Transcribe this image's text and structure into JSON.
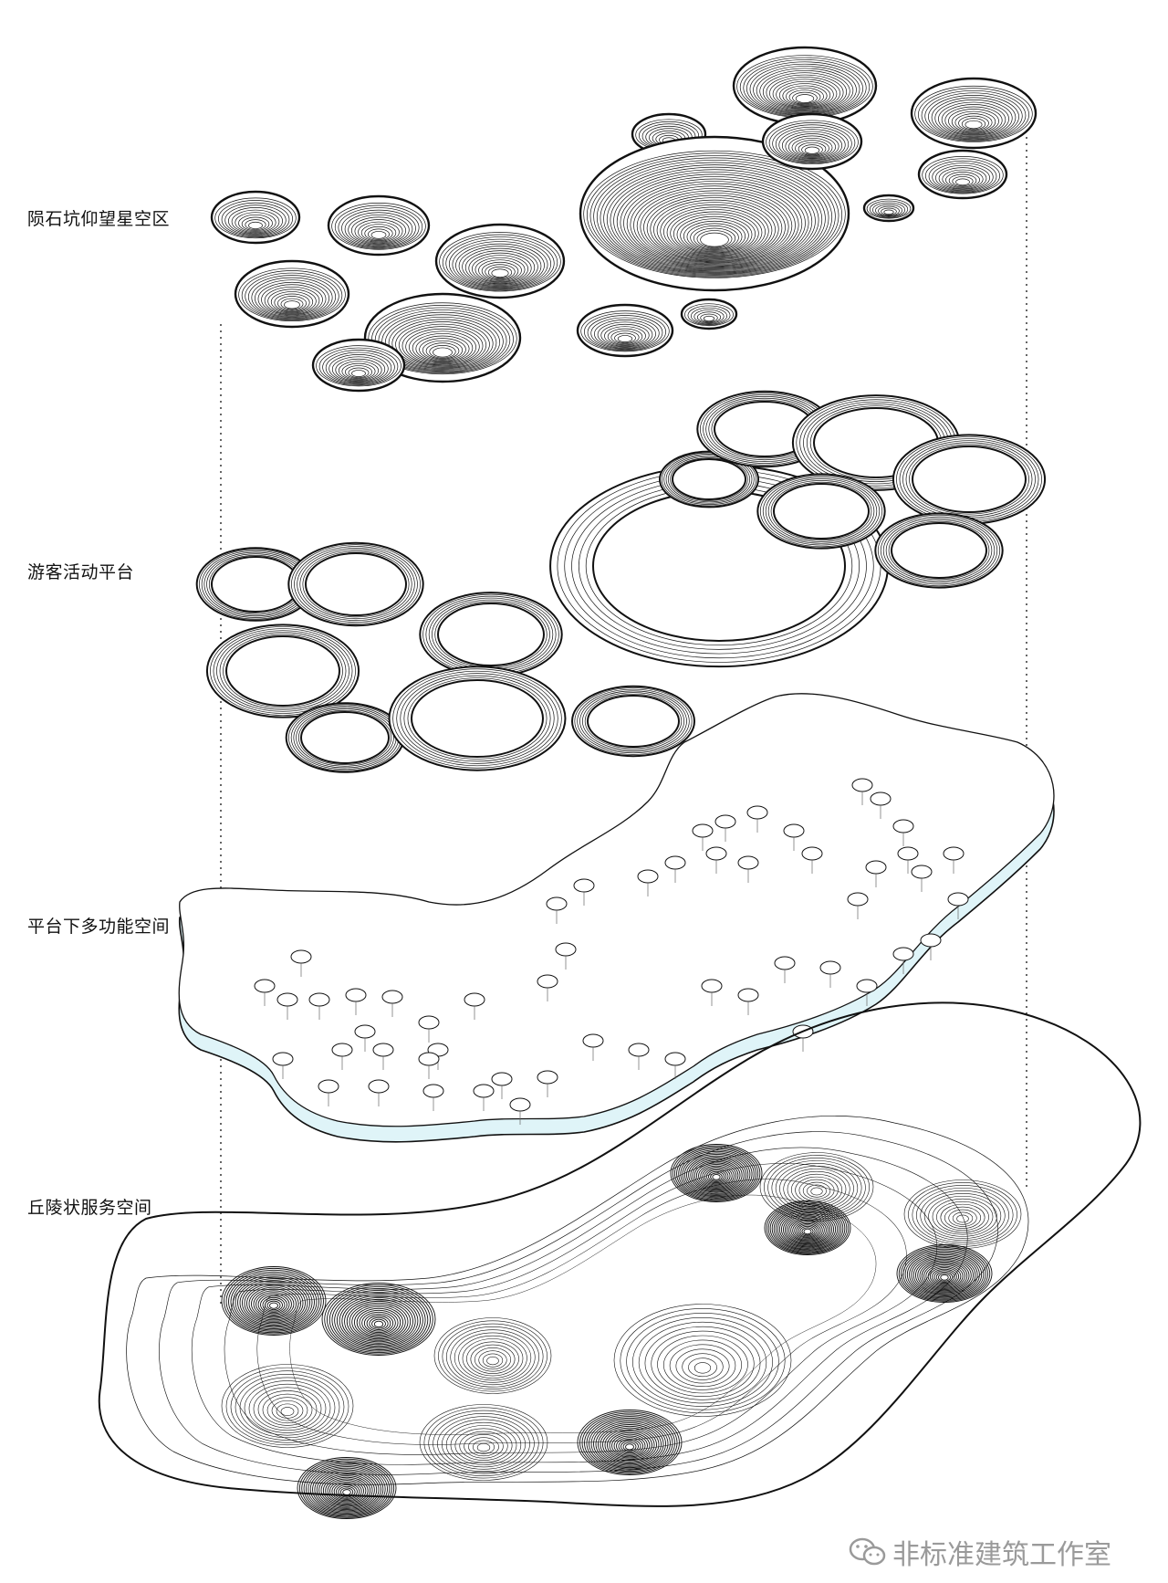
{
  "layers": [
    {
      "id": "crater",
      "label": "陨石坑仰望星空区"
    },
    {
      "id": "platform",
      "label": "游客活动平台"
    },
    {
      "id": "multi",
      "label": "平台下多功能空间"
    },
    {
      "id": "hill",
      "label": "丘陵状服务空间"
    }
  ],
  "watermark": {
    "text": "非标准建筑工作室",
    "icon": "wechat-icon"
  },
  "colors": {
    "line": "#111111",
    "glass": "#dff4f8",
    "guide": "#333333",
    "watermark": "#9a9a9a"
  }
}
